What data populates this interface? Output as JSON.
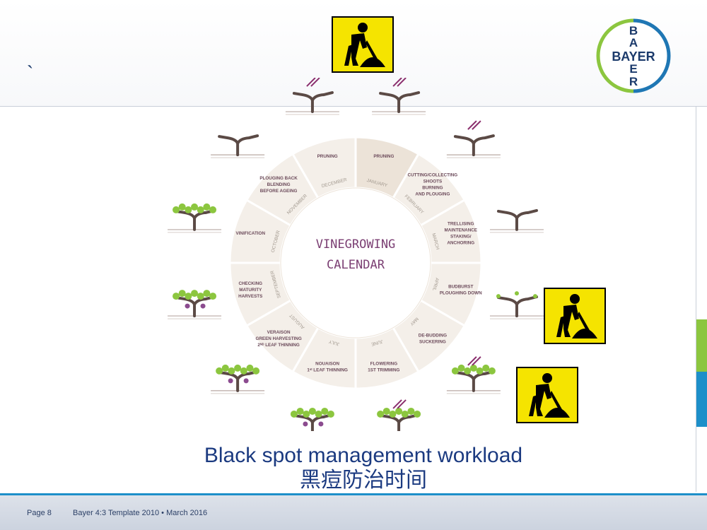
{
  "slide": {
    "tick": "`",
    "caption_en": "Black spot management workload",
    "caption_zh": "黑痘防治时间",
    "footer_page": "Page 8",
    "footer_template": "Bayer 4:3 Template 2010 • March 2016"
  },
  "logo": {
    "letters": [
      "B",
      "A",
      "Y",
      "E",
      "R"
    ],
    "word": "BAYER",
    "colors": {
      "blue": "#1f77b4",
      "green": "#8cc63f",
      "text": "#1b3a6b"
    }
  },
  "calendar": {
    "title_line1": "VINEGROWING",
    "title_line2": "CALENDAR",
    "months": [
      "JANUARY",
      "FEBRUARY",
      "MARCH",
      "APRIL",
      "MAY",
      "JUNE",
      "JULY",
      "AUGUST",
      "SEPTEMBER",
      "OCTOBER",
      "NOVEMBER",
      "DECEMBER"
    ],
    "tasks": [
      [
        "PRUNING"
      ],
      [
        "CUTTING/COLLECTING",
        "SHOOTS",
        "BURNING",
        "AND PLOUGING"
      ],
      [
        "TRELLISING",
        "MAINTENANCE",
        "STAKING/",
        "ANCHORING"
      ],
      [
        "BUDBURST",
        "PLOUGHING DOWN"
      ],
      [
        "DE-BUDDING",
        "SUCKERING"
      ],
      [
        "FLOWERING",
        "1ST TRIMMING"
      ],
      [
        "NOUAISON",
        "1ˢᵗ LEAF THINNING"
      ],
      [
        "VERAISON",
        "GREEN HARVESTING",
        "2ᴺᴰ LEAF THINNING"
      ],
      [
        "CHECKING",
        "MATURITY",
        "HARVESTS"
      ],
      [
        "VINIFICATION"
      ],
      [
        "PLOUGING BACK",
        "BLENDING",
        "BEFORE AGEING"
      ],
      [
        "PRUNING"
      ]
    ],
    "colors": {
      "ring": "#f4efe9",
      "ring_highlight": "#ece3d8",
      "month_text": "#a39a90",
      "task_text": "#6b4a5a",
      "title": "#7b3f73",
      "vine_trunk": "#5b4a45",
      "leaf": "#8cc63f",
      "grape": "#8b4b8f",
      "tool": "#8b2f6e"
    }
  },
  "workers": {
    "count": 3,
    "colors": {
      "sign": "#f5e400",
      "figure": "#000000"
    }
  }
}
